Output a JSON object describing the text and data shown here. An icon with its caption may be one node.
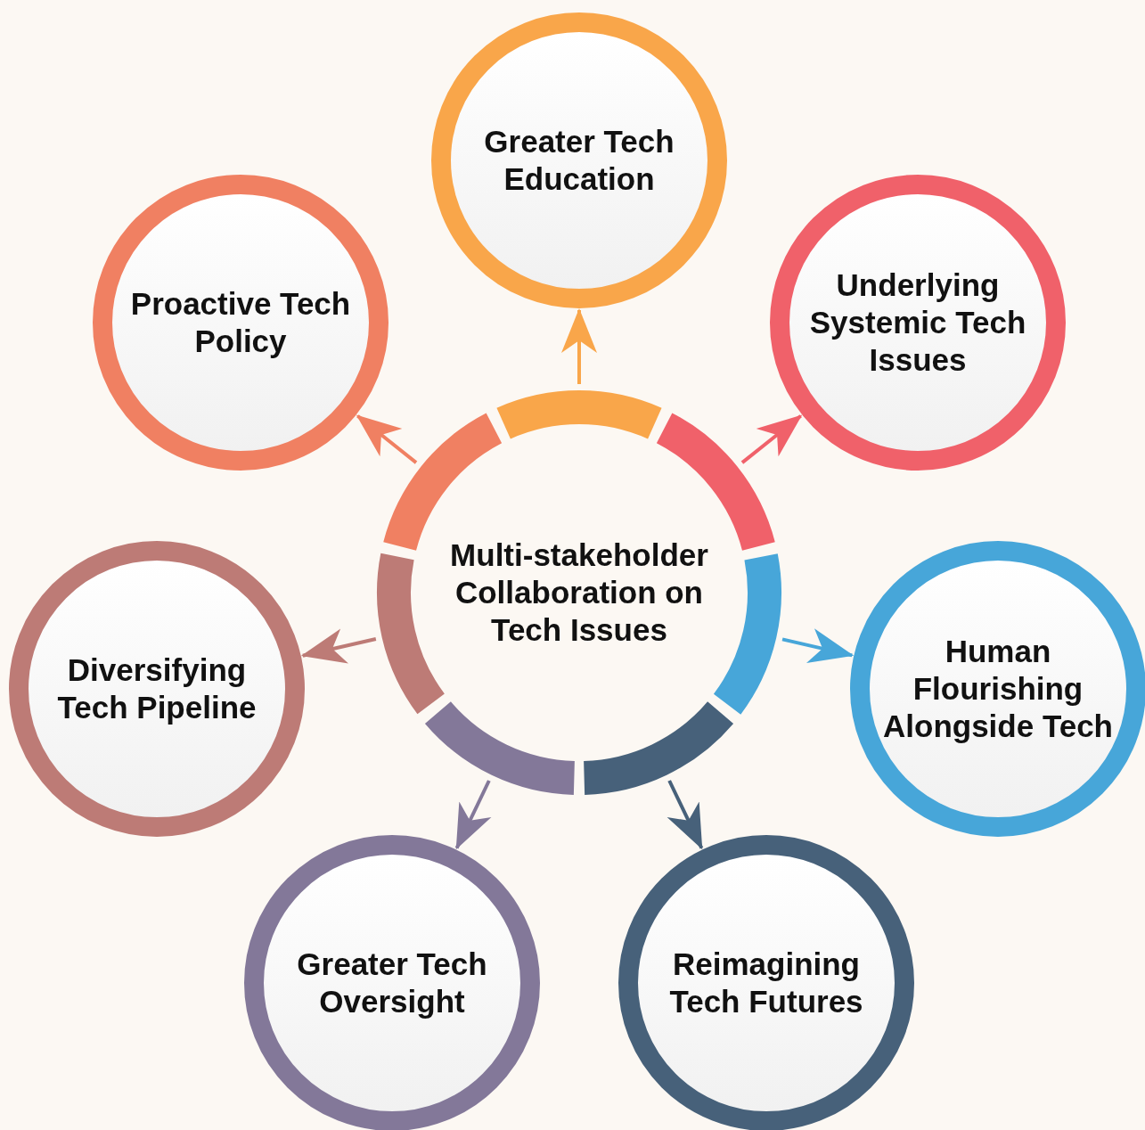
{
  "diagram": {
    "nodes": [
      {
        "text": [
          "Multi-stakeholder Collaboration on Tech Issues"
        ]
      },
      {
        "text": [
          "Greater Tech Education"
        ]
      },
      {
        "text": [
          "Underlying Systemic Tech Issues"
        ]
      },
      {
        "text": [
          "Human Flourishing Alongside Tech"
        ]
      },
      {
        "text": [
          "Reimagining Tech Futures"
        ]
      },
      {
        "text": [
          "Greater Tech Oversight"
        ]
      },
      {
        "text": [
          "Diversifying Tech Pipeline"
        ]
      },
      {
        "text": [
          "Proactive Tech Policy"
        ]
      }
    ],
    "edges": [
      {
        "from": 0,
        "to": 1,
        "arrow": "to",
        "color": "#f9a64a"
      },
      {
        "from": 0,
        "to": 2,
        "arrow": "to",
        "color": "#f0616a"
      },
      {
        "from": 0,
        "to": 3,
        "arrow": "to",
        "color": "#47a6d9"
      },
      {
        "from": 0,
        "to": 4,
        "arrow": "to",
        "color": "#47617a"
      },
      {
        "from": 0,
        "to": 5,
        "arrow": "to",
        "color": "#837899"
      },
      {
        "from": 0,
        "to": 6,
        "arrow": "to",
        "color": "#bd7b76"
      },
      {
        "from": 0,
        "to": 7,
        "arrow": "to",
        "color": "#f08062"
      }
    ]
  }
}
